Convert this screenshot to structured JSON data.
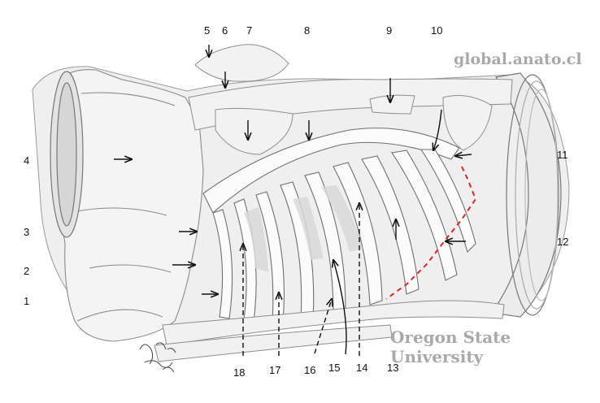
{
  "watermarks": {
    "site": "global.anato.cl",
    "university": "Oregon State University"
  },
  "signature": {
    "text": "Ystraill Cerceta 08",
    "is_image": true
  },
  "labels": {
    "n1": "1",
    "n2": "2",
    "n3": "3",
    "n4": "4",
    "n5": "5",
    "n6": "6",
    "n7": "7",
    "n8": "8",
    "n9": "9",
    "n10": "10",
    "n11": "11",
    "n12": "12",
    "n13": "13",
    "n14": "14",
    "n15": "15",
    "n16": "16",
    "n17": "17",
    "n18": "18"
  },
  "colors": {
    "background": "#ffffff",
    "ink": "#111111",
    "dashed_line": "#d9262b",
    "watermark": "#a9a9a9"
  }
}
